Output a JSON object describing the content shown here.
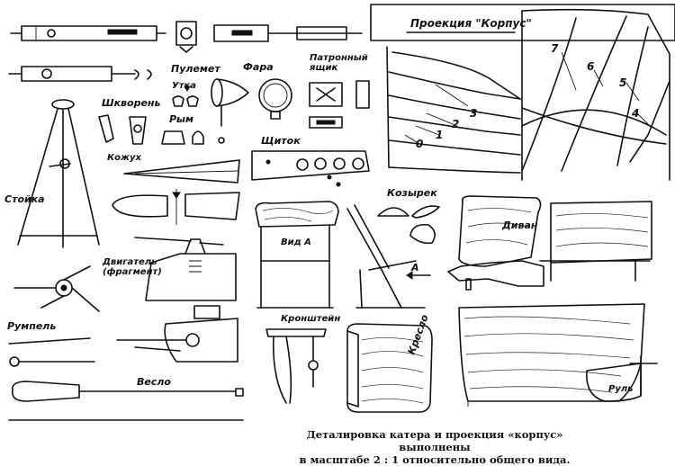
{
  "labels": {
    "projection_title": "Проекция \"Корпус\"",
    "machine_gun": "Пулемет",
    "cleat": "Утка",
    "headlight": "Фара",
    "ammo_box": "Патронный ящик",
    "kingpin": "Шкворень",
    "tiller_arm": "Рым",
    "panel": "Щиток",
    "cowl": "Кожух",
    "stand": "Стойка",
    "engine": "Двигатель (фрагмент)",
    "tiller": "Румпель",
    "oar": "Весло",
    "bracket": "Кронштейн",
    "view_a": "Вид А",
    "visor": "Козырек",
    "sofa": "Диван",
    "arrow_a": "А",
    "armchair": "Кресло",
    "rudder": "Руль"
  },
  "station_numbers": [
    "0",
    "1",
    "2",
    "3",
    "4",
    "5",
    "6",
    "7"
  ],
  "caption": {
    "line1": "Деталировка катера и проекция «корпус» выполнены",
    "line2": "в масштабе 2 : 1 относительно общего вида."
  }
}
